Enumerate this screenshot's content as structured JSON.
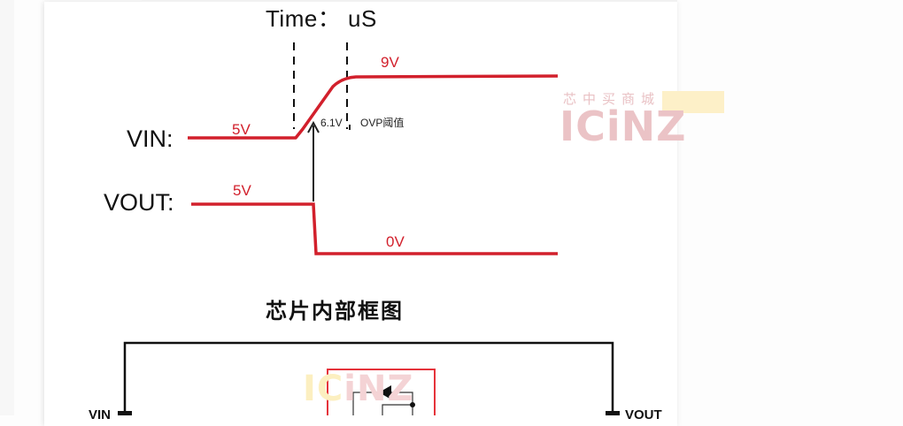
{
  "timing_diagram": {
    "time_label": "Time： uS",
    "signals": [
      {
        "name": "VIN",
        "label": "VIN:",
        "levels": [
          "5V",
          "9V"
        ]
      },
      {
        "name": "VOUT",
        "label": "VOUT:",
        "levels": [
          "5V",
          "0V"
        ]
      }
    ],
    "vin_low": "5V",
    "vin_high": "9V",
    "vout_high": "5V",
    "vout_low": "0V",
    "threshold_value": "6.1V",
    "threshold_label": "OVP阈值",
    "colors": {
      "signal": "#d2202c",
      "ink": "#111111"
    }
  },
  "block_diagram": {
    "title": "芯片内部框图",
    "pins": {
      "left": "VIN",
      "right": "VOUT"
    }
  },
  "watermark": {
    "chinese": "芯中买商城",
    "brand": "ICiNZ",
    "brand_part1": "IC",
    "brand_part2": "iNZ"
  }
}
